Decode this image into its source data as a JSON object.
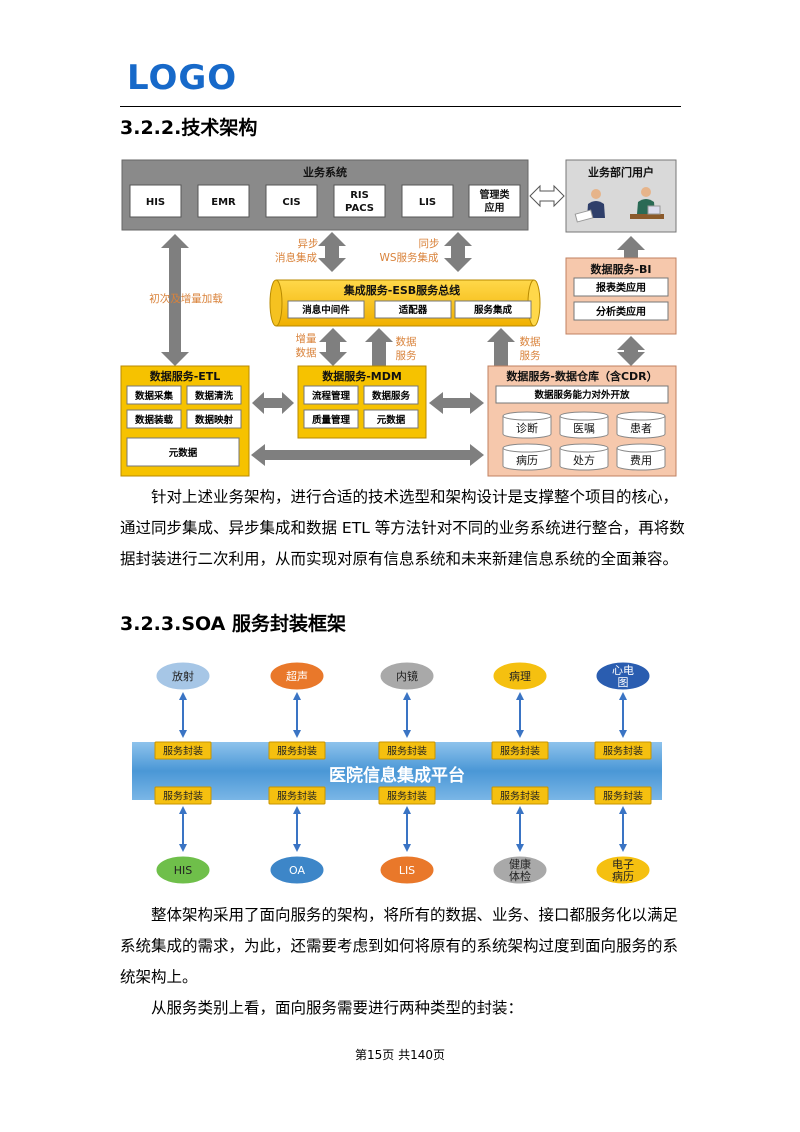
{
  "logo": "LOGO",
  "section1": {
    "heading": "3.2.2.技术架构"
  },
  "arch": {
    "business": {
      "title": "业务系统",
      "items": [
        "HIS",
        "EMR",
        "CIS",
        "RIS",
        "PACS",
        "LIS",
        "管理类",
        "应用"
      ]
    },
    "users": {
      "title": "业务部门用户"
    },
    "bi": {
      "title": "数据服务-BI",
      "items": [
        "报表类应用",
        "分析类应用"
      ]
    },
    "esb": {
      "title": "集成服务-ESB服务总线",
      "items": [
        "消息中间件",
        "适配器",
        "服务集成"
      ]
    },
    "etl": {
      "title": "数据服务-ETL",
      "items": [
        "数据采集",
        "数据清洗",
        "数据装载",
        "数据映射",
        "元数据"
      ]
    },
    "mdm": {
      "title": "数据服务-MDM",
      "items": [
        "流程管理",
        "数据服务",
        "质量管理",
        "元数据"
      ]
    },
    "cdr": {
      "title": "数据服务-数据仓库（含CDR）",
      "bar": "数据服务能力对外开放",
      "items": [
        "诊断",
        "医嘱",
        "患者",
        "病历",
        "处方",
        "费用"
      ]
    },
    "labels": {
      "async1": "异步",
      "async2": "消息集成",
      "sync1": "同步",
      "sync2": "WS服务集成",
      "initial": "初次及增量加载",
      "inc1": "增量",
      "inc2": "数据",
      "svc1": "数据",
      "svc2": "服务",
      "svc3": "数据",
      "svc4": "服务"
    }
  },
  "para1": "针对上述业务架构，进行合适的技术选型和架构设计是支撑整个项目的核心，通过同步集成、异步集成和数据 ETL 等方法针对不同的业务系统进行整合，再将数据封装进行二次利用，从而实现对原有信息系统和未来新建信息系统的全面兼容。",
  "section2": {
    "heading": "3.2.3.SOA 服务封装框架"
  },
  "soa": {
    "platform": "医院信息集成平台",
    "wrap": "服务封装",
    "top": [
      {
        "l1": "放射",
        "l2": "",
        "color": "#a6c6e6",
        "text": "#222222"
      },
      {
        "l1": "超声",
        "l2": "",
        "color": "#e9782a",
        "text": "#ffffff"
      },
      {
        "l1": "内镜",
        "l2": "",
        "color": "#a9a9a9",
        "text": "#222222"
      },
      {
        "l1": "病理",
        "l2": "",
        "color": "#f5c010",
        "text": "#222222"
      },
      {
        "l1": "心电",
        "l2": "图",
        "color": "#2a5db0",
        "text": "#ffffff"
      }
    ],
    "bottom": [
      {
        "l1": "HIS",
        "l2": "",
        "color": "#6fbf4a",
        "text": "#222222"
      },
      {
        "l1": "OA",
        "l2": "",
        "color": "#3d86c8",
        "text": "#ffffff"
      },
      {
        "l1": "LIS",
        "l2": "",
        "color": "#e9782a",
        "text": "#ffffff"
      },
      {
        "l1": "健康",
        "l2": "体检",
        "color": "#a9a9a9",
        "text": "#222222"
      },
      {
        "l1": "电子",
        "l2": "病历",
        "color": "#f5c010",
        "text": "#222222"
      }
    ]
  },
  "para2": "整体架构采用了面向服务的架构，将所有的数据、业务、接口都服务化以满足系统集成的需求，为此，还需要考虑到如何将原有的系统架构过度到面向服务的系统架构上。",
  "para3": "从服务类别上看，面向服务需要进行两种类型的封装：",
  "footer": "第15页 共140页"
}
